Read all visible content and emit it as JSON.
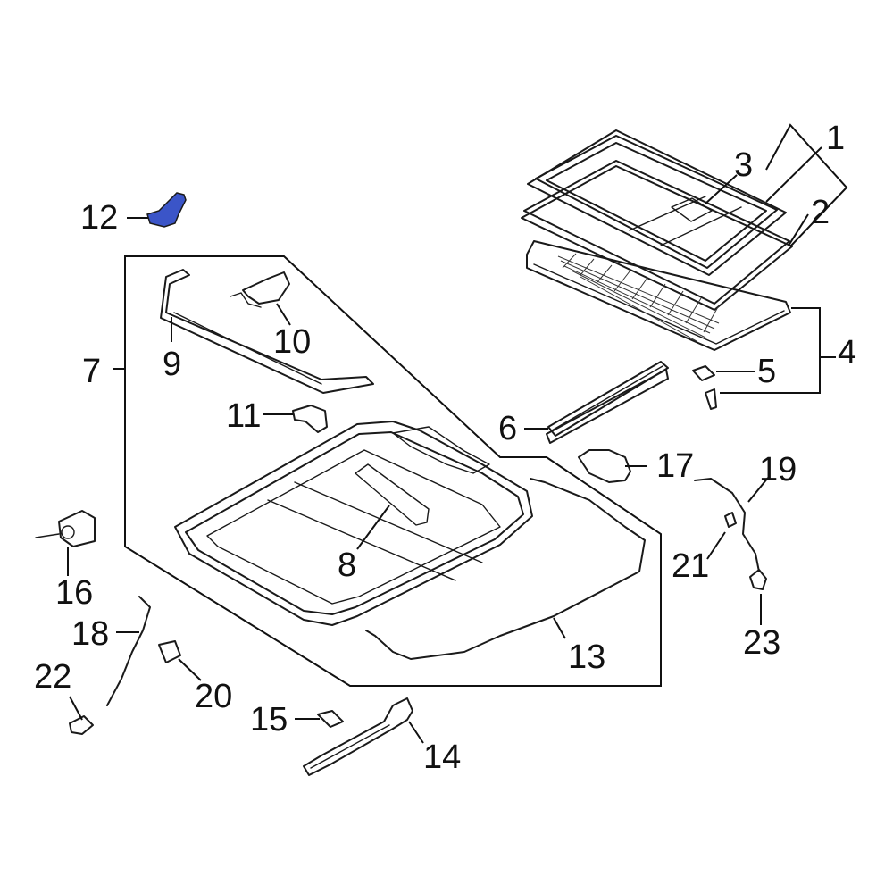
{
  "diagram": {
    "callouts": {
      "c1": "1",
      "c2": "2",
      "c3": "3",
      "c4": "4",
      "c5": "5",
      "c6": "6",
      "c7": "7",
      "c8": "8",
      "c9": "9",
      "c10": "10",
      "c11": "11",
      "c12": "12",
      "c13": "13",
      "c14": "14",
      "c15": "15",
      "c16": "16",
      "c17": "17",
      "c18": "18",
      "c19": "19",
      "c20": "20",
      "c21": "21",
      "c22": "22",
      "c23": "23"
    },
    "colors": {
      "line": "#1a1a1a",
      "highlight": "#3b55c8",
      "background": "#ffffff"
    }
  }
}
